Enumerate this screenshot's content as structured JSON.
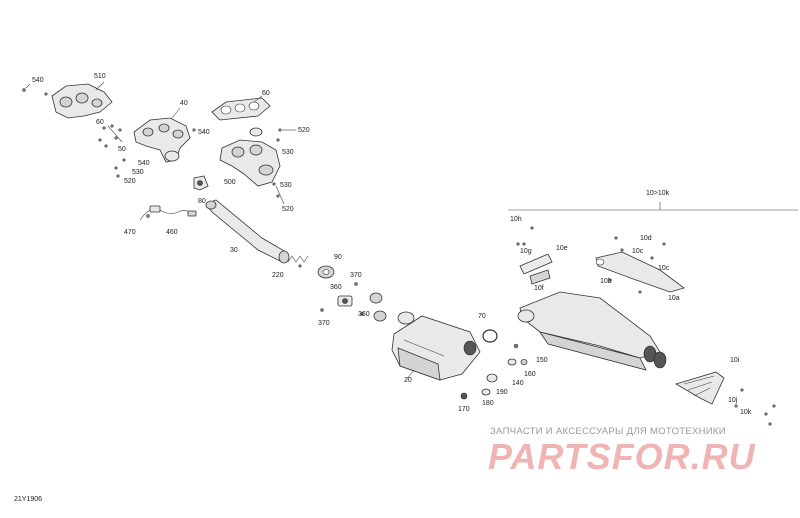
{
  "diagram_code": "21Y1906",
  "watermark": {
    "caption": "ЗАПЧАСТИ И АКСЕССУАРЫ ДЛЯ МОТОТЕХНИКИ",
    "logo": "PARTSFOR.RU"
  },
  "callouts": {
    "c510": "510",
    "c540a": "540",
    "c40": "40",
    "c60a": "60",
    "c60b": "60",
    "c50": "50",
    "c540b": "540",
    "c520a": "520",
    "c530a": "530",
    "c540c": "540",
    "c530b": "530",
    "c520b": "520",
    "c500": "500",
    "c530c": "530",
    "c520c": "520",
    "c80": "80",
    "c470": "470",
    "c460": "460",
    "c30": "30",
    "c90": "90",
    "c220": "220",
    "c370a": "370",
    "c360a": "360",
    "c370b": "370",
    "c360b": "360",
    "c70": "70",
    "c20": "20",
    "c150": "150",
    "c160": "160",
    "c140": "140",
    "c190": "190",
    "c180": "180",
    "c170": "170",
    "c10range": "10>10k",
    "c10h": "10h",
    "c10g": "10g",
    "c10e": "10e",
    "c10f": "10f",
    "c10d": "10d",
    "c10c": "10c",
    "c10b": "10b",
    "c10a": "10a",
    "c10i": "10i",
    "c10j": "10j",
    "c10k": "10k"
  }
}
